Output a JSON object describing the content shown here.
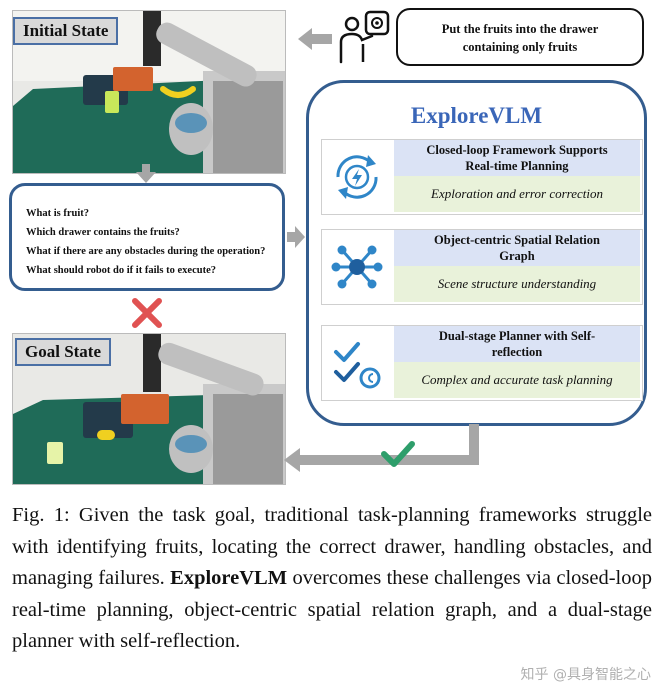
{
  "initial_state": {
    "label": "Initial State"
  },
  "goal_state": {
    "label": "Goal State"
  },
  "instruction": {
    "line1": "Put the fruits into the drawer",
    "line2": "containing only fruits"
  },
  "questions": [
    "What  is fruit?",
    "Which drawer contains the fruits?",
    "What if there are any obstacles during the operation?",
    "What should robot do if it fails to execute?"
  ],
  "explorevlm": {
    "title": "ExploreVLM",
    "cards": [
      {
        "icon": "loop-lightning-icon",
        "head1": "Closed-loop Framework Supports",
        "head2": "Real-time Planning",
        "sub": "Exploration and error correction"
      },
      {
        "icon": "graph-network-icon",
        "head1": "Object-centric Spatial Relation",
        "head2": "Graph",
        "sub": "Scene structure understanding"
      },
      {
        "icon": "checklist-icon",
        "head1": "Dual-stage Planner with Self-",
        "head2": "reflection",
        "sub": "Complex and accurate task planning"
      }
    ]
  },
  "caption": {
    "part1": "Fig. 1: Given the task goal, traditional task-planning frameworks struggle with identifying fruits, locating the correct drawer, handling obstacles, and managing failures.",
    "bold": "ExploreVLM",
    "part2": "overcomes these challenges via closed-loop real-time planning, object-centric spatial relation graph, and a dual-stage planner with self-reflection."
  },
  "watermark": "知乎 @具身智能之心",
  "colors": {
    "accent": "#345d8f",
    "title": "#3a66b8",
    "fail": "#e05252",
    "success": "#2e9e6b",
    "arrow": "#a6a6a6"
  }
}
